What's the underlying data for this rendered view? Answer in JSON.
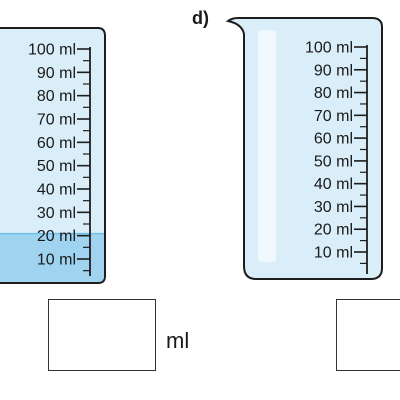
{
  "colors": {
    "glass_fill": "#d9eef9",
    "glass_outline": "#1d1d1d",
    "glass_highlight": "#eef8fd",
    "water_fill": "#9fd3ef",
    "water_surface": "#6fbfe6"
  },
  "beaker_c": {
    "scale_labels": [
      "100 ml",
      "90 ml",
      "80 ml",
      "70 ml",
      "60 ml",
      "50 ml",
      "40 ml",
      "30 ml",
      "20 ml",
      "10 ml"
    ],
    "water_level_ml": 20
  },
  "beaker_d": {
    "part_letter": "d)",
    "scale_labels": [
      "100 ml",
      "90 ml",
      "80 ml",
      "70 ml",
      "60 ml",
      "50 ml",
      "40 ml",
      "30 ml",
      "20 ml",
      "10 ml"
    ],
    "water_level_ml": 0
  },
  "answer_c": {
    "value": "",
    "unit": "ml"
  },
  "answer_d": {
    "value": ""
  }
}
